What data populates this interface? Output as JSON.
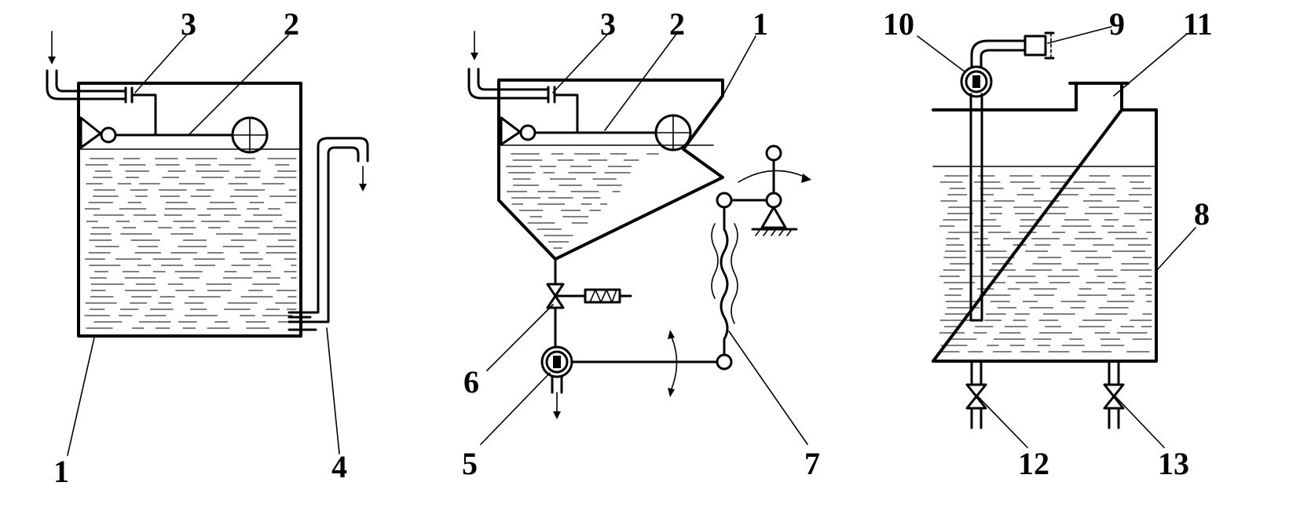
{
  "diagram": {
    "figures": [
      {
        "id": "fig-left",
        "labels": [
          {
            "key": "float-valve",
            "text": "3"
          },
          {
            "key": "float-lever",
            "text": "2"
          },
          {
            "key": "tank",
            "text": "1"
          },
          {
            "key": "siphon",
            "text": "4"
          }
        ]
      },
      {
        "id": "fig-middle",
        "labels": [
          {
            "key": "float-valve",
            "text": "3"
          },
          {
            "key": "float-lever",
            "text": "2"
          },
          {
            "key": "tank",
            "text": "1"
          },
          {
            "key": "solenoid-valve",
            "text": "6"
          },
          {
            "key": "pump",
            "text": "5"
          },
          {
            "key": "flexible-linkage",
            "text": "7"
          }
        ]
      },
      {
        "id": "fig-right",
        "labels": [
          {
            "key": "pump",
            "text": "10"
          },
          {
            "key": "nozzle",
            "text": "9"
          },
          {
            "key": "filler-neck",
            "text": "11"
          },
          {
            "key": "tank",
            "text": "8"
          },
          {
            "key": "valve-left",
            "text": "12"
          },
          {
            "key": "valve-right",
            "text": "13"
          }
        ]
      }
    ]
  }
}
